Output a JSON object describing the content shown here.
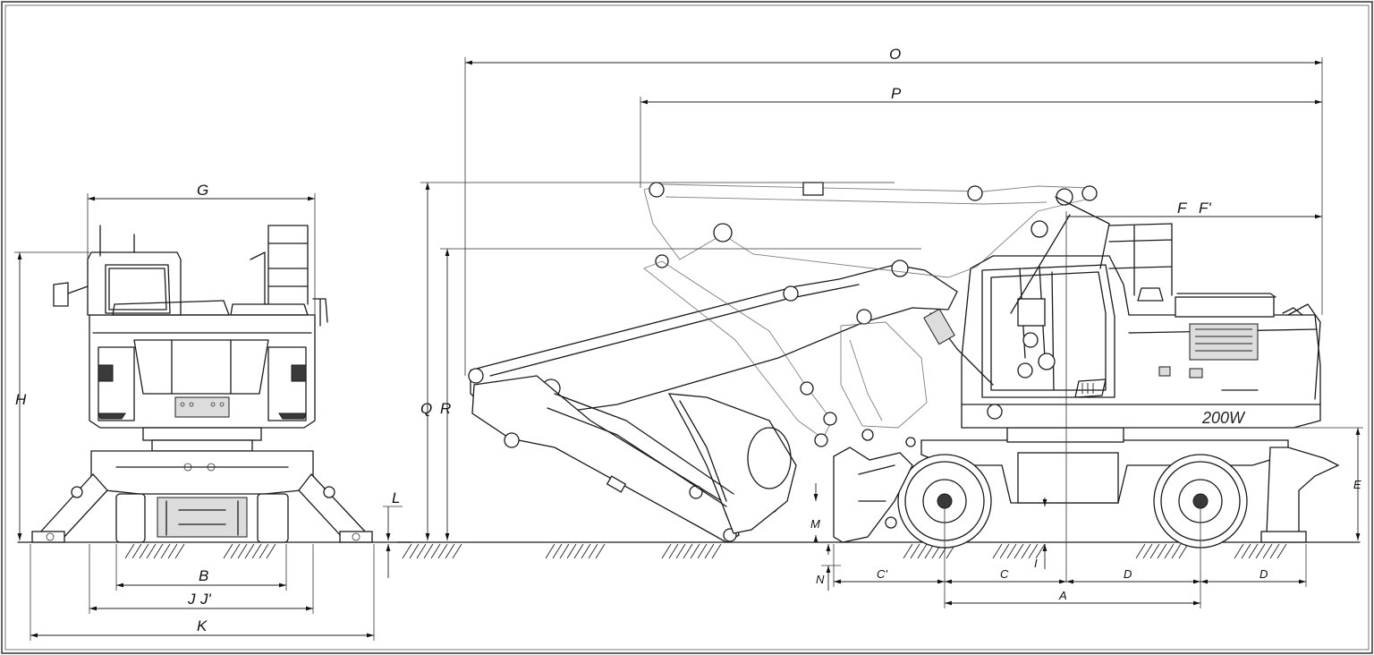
{
  "model_label": "200W",
  "dimension_labels": {
    "A": "A",
    "B": "B",
    "C": "C",
    "C_prime": "C'",
    "D_front": "D",
    "D_rear": "D",
    "E": "E",
    "F": "F",
    "F_prime": "F'",
    "G": "G",
    "H": "H",
    "I": "I",
    "J": "J",
    "J_prime": "J'",
    "K": "K",
    "L": "L",
    "M": "M",
    "N": "N",
    "O": "O",
    "P": "P",
    "Q": "Q",
    "R": "R"
  },
  "colors": {
    "line": "#1a1a1a",
    "background": "#ffffff",
    "frame": "#333333"
  }
}
